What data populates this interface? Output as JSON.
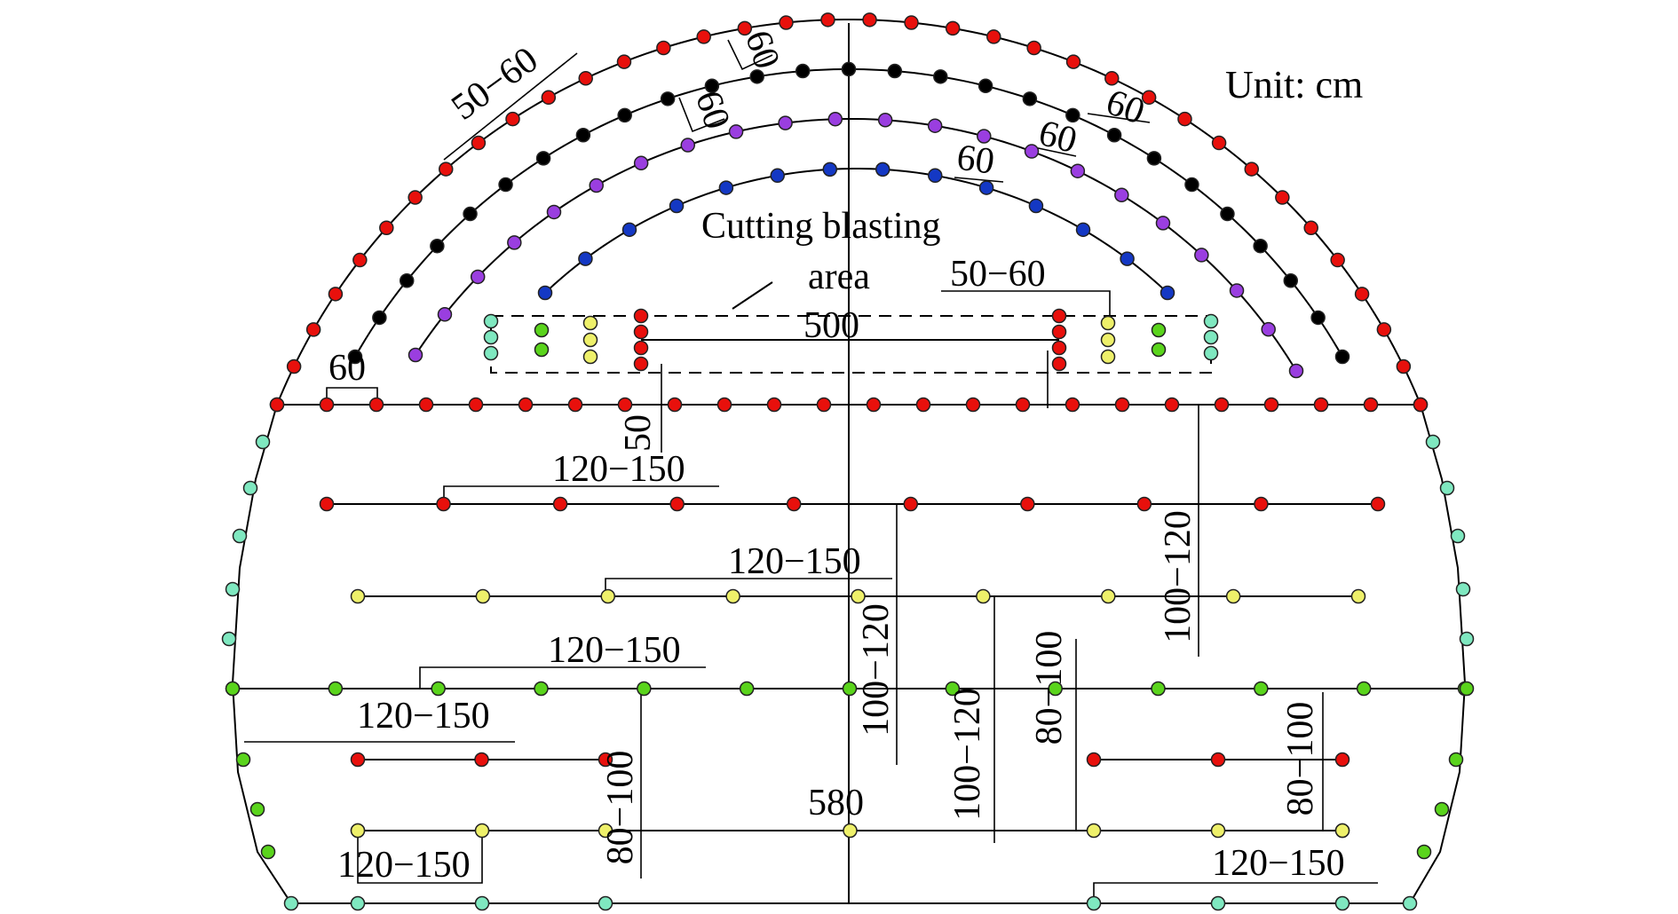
{
  "unit_label": "Unit: cm",
  "cutting_area_label_line1": "Cutting blasting",
  "cutting_area_label_line2": "area",
  "hole_colors": {
    "red": "#e8100c",
    "black": "#000000",
    "purple": "#9a3ee0",
    "blue": "#1438c4",
    "cyan": "#7fe8c0",
    "yellow": "#eef06a",
    "green": "#5ad41c"
  },
  "dimension_labels": {
    "crown_contour_spacing": "50−60",
    "arch_spacing_1": "60",
    "arch_spacing_2": "60",
    "right_spacing_1": "60",
    "right_spacing_2": "60",
    "right_spacing_3": "60",
    "springline_spacing": "60",
    "cut_right_spacing": "50−60",
    "cut_width": "500",
    "cut_depth": "50",
    "row1_spacing": "120−150",
    "row2_spacing": "120−150",
    "row3_spacing": "120−150",
    "row4_spacing": "120−150",
    "bottom_left_spacing": "120−150",
    "bottom_right_spacing": "120−150",
    "center_width": "580",
    "burden_a": "100−120",
    "burden_b": "100−120",
    "burden_c": "100−120",
    "burden_d": "80−100",
    "burden_e": "80−100",
    "burden_f": "80−100"
  }
}
